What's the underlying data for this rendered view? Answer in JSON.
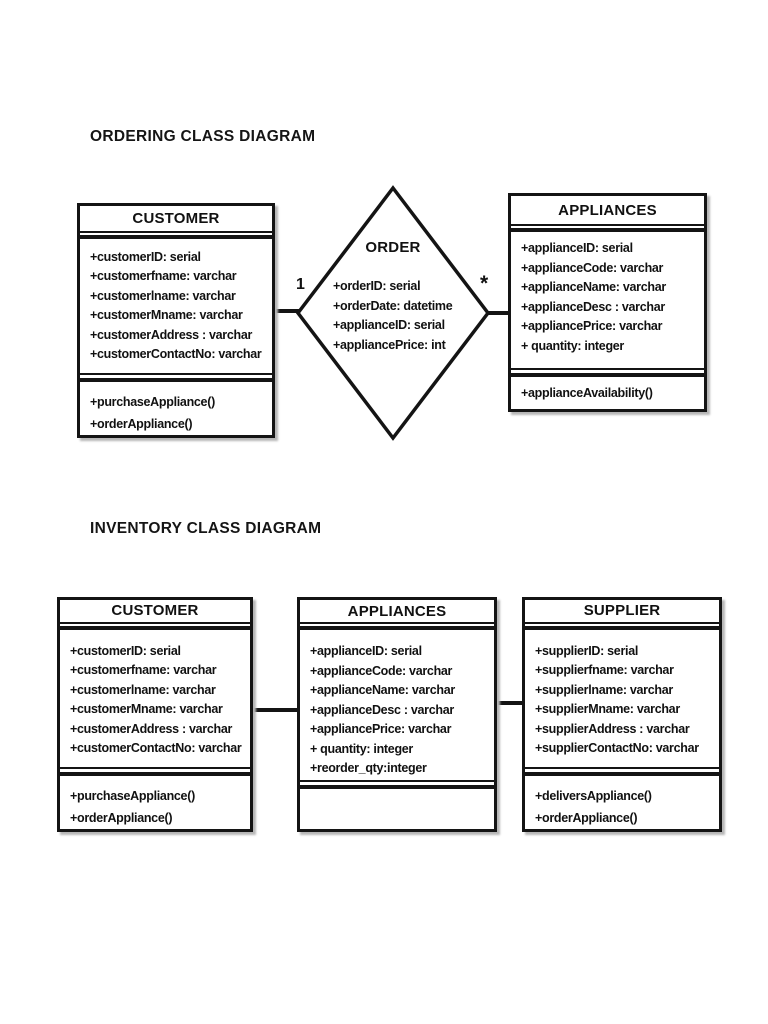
{
  "colors": {
    "background": "#ffffff",
    "line": "#141414",
    "text": "#111111",
    "shadow": "#b6b6b6"
  },
  "ordering": {
    "heading": "ORDERING CLASS DIAGRAM",
    "customer": {
      "title": "CUSTOMER",
      "attributes": [
        "+customerID: serial",
        "+customerfname: varchar",
        "+customerlname: varchar",
        "+customerMname: varchar",
        "+customerAddress : varchar",
        "+customerContactNo: varchar"
      ],
      "methods": [
        "+purchaseAppliance()",
        "+orderAppliance()"
      ]
    },
    "order": {
      "title": "ORDER",
      "attributes": [
        "+orderID: serial",
        "+orderDate: datetime",
        "+applianceID: serial",
        "+appliancePrice: int"
      ],
      "multiplicity_left": "1",
      "multiplicity_right": "*"
    },
    "appliances": {
      "title": "APPLIANCES",
      "attributes": [
        "+applianceID: serial",
        "+applianceCode: varchar",
        "+applianceName: varchar",
        "+applianceDesc : varchar",
        "+appliancePrice: varchar",
        "+ quantity: integer"
      ],
      "methods": [
        "+applianceAvailability()"
      ]
    }
  },
  "inventory": {
    "heading": "INVENTORY CLASS DIAGRAM",
    "customer": {
      "title": "CUSTOMER",
      "attributes": [
        "+customerID: serial",
        "+customerfname: varchar",
        "+customerlname: varchar",
        "+customerMname: varchar",
        "+customerAddress : varchar",
        "+customerContactNo: varchar"
      ],
      "methods": [
        "+purchaseAppliance()",
        "+orderAppliance()"
      ]
    },
    "appliances": {
      "title": "APPLIANCES",
      "attributes": [
        "+applianceID: serial",
        "+applianceCode: varchar",
        "+applianceName: varchar",
        "+applianceDesc : varchar",
        "+appliancePrice: varchar",
        "+ quantity: integer",
        "+reorder_qty:integer"
      ],
      "methods": []
    },
    "supplier": {
      "title": "SUPPLIER",
      "attributes": [
        "+supplierID: serial",
        "+supplierfname: varchar",
        "+supplierlname: varchar",
        "+supplierMname: varchar",
        "+supplierAddress : varchar",
        "+supplierContactNo: varchar"
      ],
      "methods": [
        "+deliversAppliance()",
        "+orderAppliance()"
      ]
    }
  }
}
